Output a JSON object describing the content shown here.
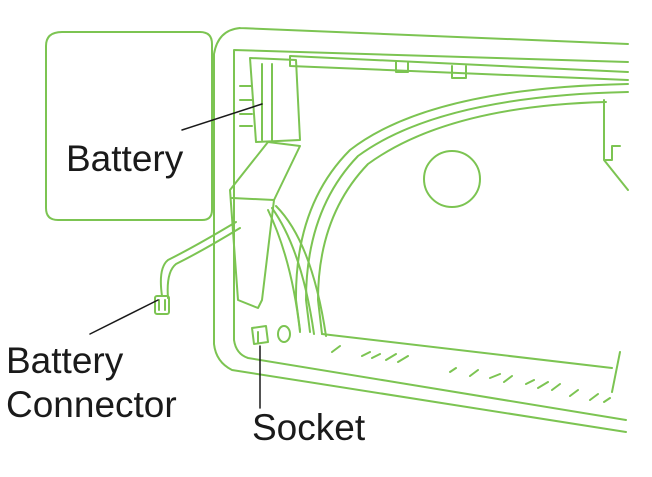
{
  "labels": {
    "battery": "Battery",
    "battery_connector_line1": "Battery",
    "battery_connector_line2": "Connector",
    "socket": "Socket"
  },
  "colors": {
    "outline": "#7cc452",
    "leader": "#1a1a1a",
    "text": "#1a1a1a"
  }
}
